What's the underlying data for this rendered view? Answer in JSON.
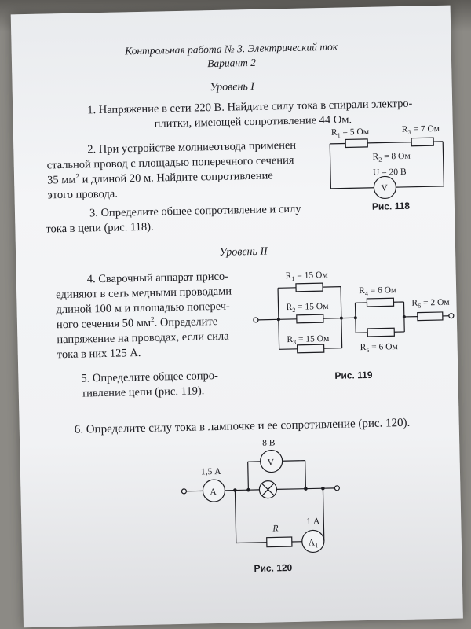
{
  "header": {
    "title": "Контрольная работа № 3. Электрический ток",
    "variant": "Вариант 2"
  },
  "level1": {
    "heading": "Уровень I",
    "task1_line1": "1. Напряжение в сети 220 В. Найдите силу тока в спирали электро-",
    "task1_line2": "плитки, имеющей сопротивление 44 Ом.",
    "task2_line1": "2. При устройстве молниеотвода применен",
    "task2_line2": "стальной провод с площадью поперечного сечения",
    "task2_line3a": "35 мм",
    "task2_line3_exp": "2",
    "task2_line3b": " и длиной 20 м. Найдите сопротивление",
    "task2_line4": "этого провода.",
    "task3_line1": "3. Определите общее сопротивление и силу",
    "task3_line2": "тока в цепи (рис. 118)."
  },
  "fig118": {
    "caption": "Рис. 118",
    "r1_label": "R",
    "r1_sub": "1",
    "r1_value": " = 5 Ом",
    "r3_label": "R",
    "r3_sub": "3",
    "r3_value": " = 7 Ом",
    "r2_label": "R",
    "r2_sub": "2",
    "r2_value": " = 8 Ом",
    "u_label": "U = 20 В",
    "meter": "V"
  },
  "level2": {
    "heading": "Уровень II",
    "task4_line1": "4. Сварочный аппарат присо-",
    "task4_line2": "единяют в сеть медными проводами",
    "task4_line3": "длиной 100 м и площадью попереч-",
    "task4_line4a": "ного сечения 50 мм",
    "task4_line4_exp": "2",
    "task4_line4b": ". Определите",
    "task4_line5": "напряжение на проводах, если сила",
    "task4_line6": "тока в них 125 А.",
    "task5_line1": "5. Определите общее сопро-",
    "task5_line2": "тивление цепи (рис. 119)."
  },
  "fig119": {
    "caption": "Рис. 119",
    "r1": {
      "l": "R",
      "s": "1",
      "v": " = 15 Ом"
    },
    "r2": {
      "l": "R",
      "s": "2",
      "v": " = 15 Ом"
    },
    "r3": {
      "l": "R",
      "s": "3",
      "v": " = 15 Ом"
    },
    "r4": {
      "l": "R",
      "s": "4",
      "v": " = 6 Ом"
    },
    "r5": {
      "l": "R",
      "s": "5",
      "v": " = 6 Ом"
    },
    "r6": {
      "l": "R",
      "s": "6",
      "v": " = 2 Ом"
    }
  },
  "task6": "6. Определите силу тока в лампочке и ее сопротивление (рис. 120).",
  "fig120": {
    "caption": "Рис. 120",
    "ammeter_main_value": "1,5 А",
    "ammeter_main": "A",
    "voltmeter_value": "8 В",
    "voltmeter": "V",
    "resistor": "R",
    "ammeter1_value": "1 А",
    "ammeter1": "A",
    "ammeter1_sub": "1"
  }
}
